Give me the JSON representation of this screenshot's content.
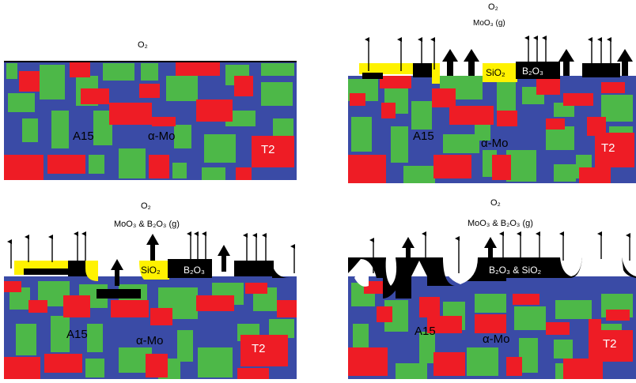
{
  "colors": {
    "matrix": "#3a4ba6",
    "alpha_mo": "#4db848",
    "a15": "#ee1c25",
    "sio2": "#fff200",
    "b2o3": "#000000",
    "text_dark": "#000000",
    "text_light": "#ffffff"
  },
  "panels": [
    {
      "id": "p1",
      "o2": "O₂",
      "gas": "",
      "labels": {
        "a15": "A15",
        "alpha_mo": "α-Mo",
        "t2": "T2"
      },
      "scale_labels": {
        "sio2": "",
        "b2o3": ""
      }
    },
    {
      "id": "p2",
      "o2": "O₂",
      "gas": "MoO₃ (g)",
      "labels": {
        "a15": "A15",
        "alpha_mo": "α-Mo",
        "t2": "T2"
      },
      "scale_labels": {
        "sio2": "SiO₂",
        "b2o3": "B₂O₃"
      }
    },
    {
      "id": "p3",
      "o2": "O₂",
      "gas": "MoO₃ & B₂O₃ (g)",
      "labels": {
        "a15": "A15",
        "alpha_mo": "α-Mo",
        "t2": "T2"
      },
      "scale_labels": {
        "sio2": "SiO₂",
        "b2o3": "B₂O₃"
      }
    },
    {
      "id": "p4",
      "o2": "O₂",
      "gas": "MoO₃ & B₂O₃ (g)",
      "labels": {
        "a15": "A15",
        "alpha_mo": "α-Mo",
        "t2": "T2"
      },
      "scale_labels": {
        "combined": "B₂O₃ & SiO₂"
      }
    }
  ]
}
